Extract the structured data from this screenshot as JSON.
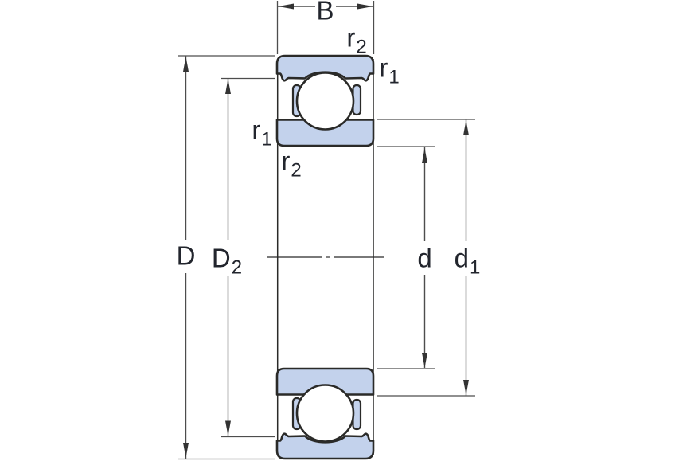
{
  "figure": {
    "kind": "bearing cross-section technical drawing",
    "view": "deep groove ball bearing, section view with two ball pockets, horizontal axis centerline"
  },
  "colors": {
    "bg": "#ffffff",
    "fill-blue": "#c3d2ec",
    "outline": "#2a2a28",
    "dim-line": "#4d4d4d",
    "arrow": "#333333",
    "text": "#22252d"
  },
  "labels": {
    "b": {
      "base": "B",
      "sub": ""
    },
    "r2_top": {
      "base": "r",
      "sub": "2"
    },
    "r1_right": {
      "base": "r",
      "sub": "1"
    },
    "r1_left": {
      "base": "r",
      "sub": "1"
    },
    "r2_left": {
      "base": "r",
      "sub": "2"
    },
    "D": {
      "base": "D",
      "sub": ""
    },
    "D2": {
      "base": "D",
      "sub": "2"
    },
    "d": {
      "base": "d",
      "sub": ""
    },
    "d1": {
      "base": "d",
      "sub": "1"
    }
  }
}
